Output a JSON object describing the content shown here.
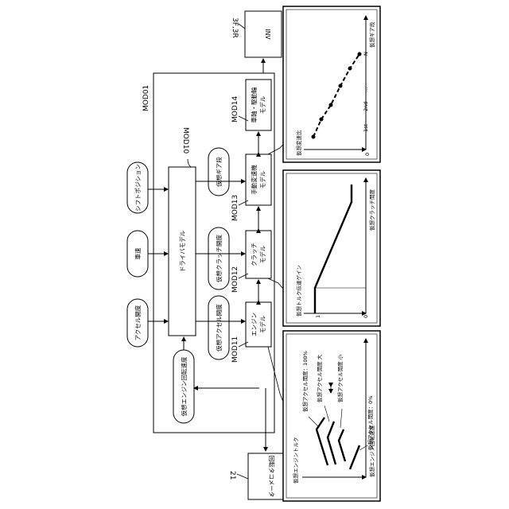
{
  "refs": {
    "mod01": "MOD01",
    "mod10": "MOD10",
    "mod11": "MOD11",
    "mod12": "MOD12",
    "mod13": "MOD13",
    "mod14": "MOD14",
    "r21": "21",
    "r3f3r": "3F,3R"
  },
  "inputs": {
    "accel": "アクセル開度",
    "speed": "車速",
    "shift": "シフトポジション",
    "engine_speed": "仮想エンジン回転速度"
  },
  "virtual": {
    "accel": "仮想アクセル開度",
    "clutch": "仮想クラッチ開度",
    "gear": "仮想ギア段"
  },
  "models": {
    "driver": "ドライバモデル",
    "engine_line1": "エンジン",
    "engine_line2": "モデル",
    "clutch_line1": "クラッチ",
    "clutch_line2": "モデル",
    "mt_line1": "手動変速機",
    "mt_line2": "モデル",
    "drive_line1": "車軸・駆動輪",
    "drive_line2": "モデル"
  },
  "devices": {
    "inv": "INV",
    "tacho": "回転タコメータ"
  },
  "graph_engine": {
    "ylabel": "仮想エンジントルク",
    "xlabel": "仮想エンジン回転速度",
    "c100": "仮想アクセル開度：100%",
    "cbig": "仮想アクセル開度 大",
    "csmall": "仮想アクセル開度 小",
    "c0": "仮想アクセル開度：0%"
  },
  "graph_clutch": {
    "ylabel": "仮想トルク伝達ゲイン",
    "xlabel": "仮想クラッチ開度",
    "origin": "0",
    "one": "1"
  },
  "graph_gear": {
    "ylabel": "仮想変速比",
    "xlabel": "仮想ギア段",
    "origin": "0",
    "t1": "1st",
    "t2": "2nd",
    "dots": "…",
    "tn": "N"
  }
}
